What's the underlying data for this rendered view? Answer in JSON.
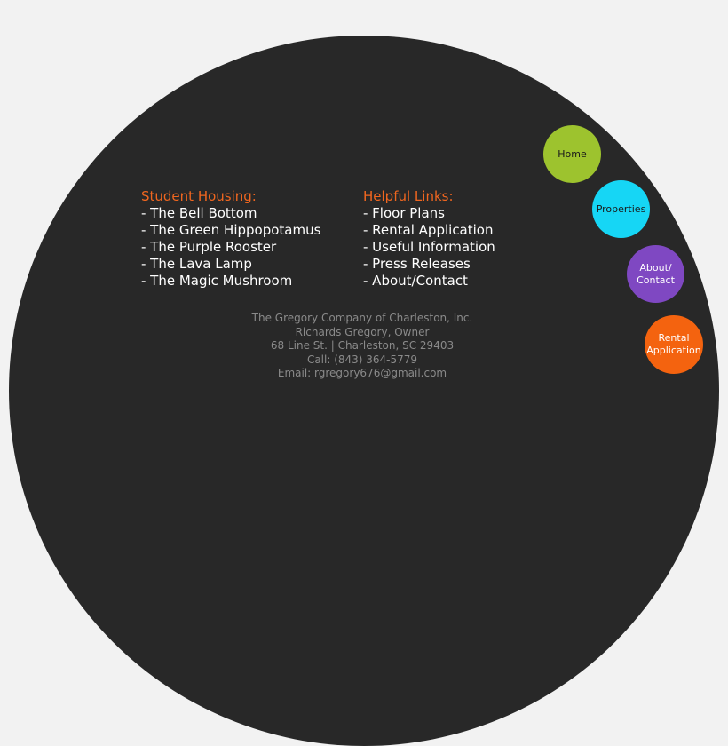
{
  "student_housing": {
    "heading": "Student Housing:",
    "items": [
      "- The Bell Bottom",
      "- The Green Hippopotamus",
      "- The Purple Rooster",
      "- The Lava Lamp",
      "- The Magic Mushroom"
    ]
  },
  "helpful_links": {
    "heading": "Helpful Links:",
    "items": [
      "- Floor Plans",
      "- Rental Application",
      "- Useful Information",
      "- Press Releases",
      "- About/Contact"
    ]
  },
  "footer": {
    "company": "The Gregory Company of Charleston, Inc.",
    "owner": "Richards Gregory, Owner",
    "address": "68 Line St. | Charleston, SC 29403",
    "phone": "Call: (843) 364-5779",
    "email": "Email: rgregory676@gmail.com"
  },
  "nav": {
    "home": "Home",
    "properties": "Properties",
    "about_line1": "About/",
    "about_line2": "Contact",
    "rental_line1": "Rental",
    "rental_line2": "Application"
  },
  "colors": {
    "dome": "#282828",
    "heading_accent": "#f0661f",
    "home": "#9dc32e",
    "properties": "#16d6f5",
    "about": "#7f48c2",
    "rental": "#f4630f"
  }
}
